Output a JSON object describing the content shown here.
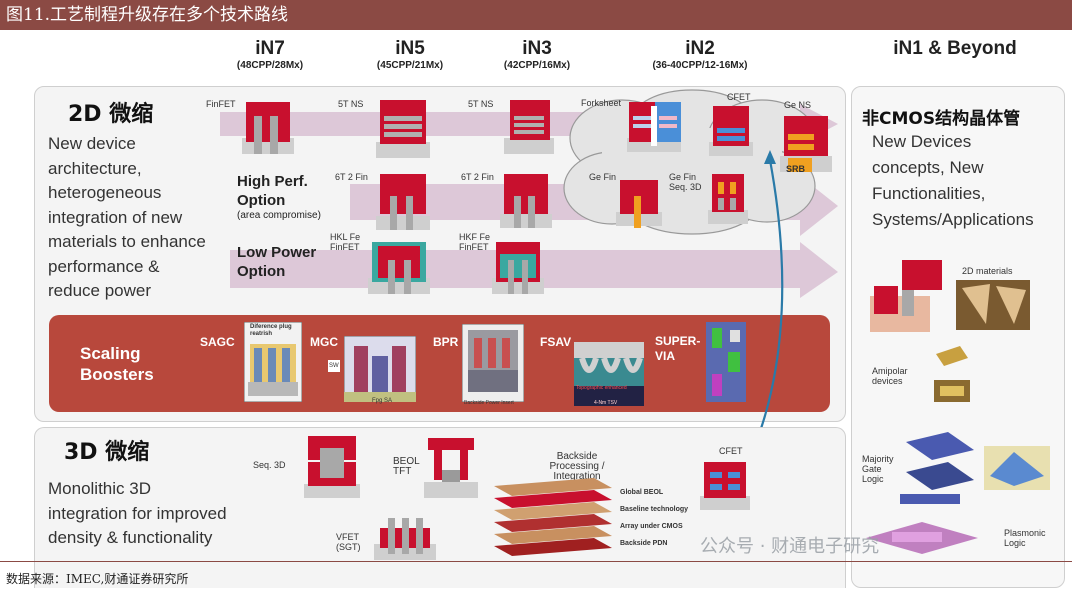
{
  "title": "图11.工艺制程升级存在多个技术路线",
  "nodes": [
    {
      "name": "iN7",
      "sub": "(48CPP/28Mx)"
    },
    {
      "name": "iN5",
      "sub": "(45CPP/21Mx)"
    },
    {
      "name": "iN3",
      "sub": "(42CPP/16Mx)"
    },
    {
      "name": "iN2",
      "sub": "(36-40CPP/12-16Mx)"
    },
    {
      "name": "iN1 & Beyond",
      "sub": ""
    }
  ],
  "scaling2d": {
    "heading": "2D 微缩",
    "desc": [
      "New device",
      "architecture,",
      "heterogeneous",
      "integration of new",
      "materials to enhance",
      "performance &",
      "reduce power"
    ],
    "high_perf": {
      "title1": "High Perf.",
      "title2": "Option",
      "note": "(area compromise)"
    },
    "low_power": {
      "title1": "Low Power",
      "title2": "Option"
    },
    "devices": {
      "finfet": "FinFET",
      "ns5t_a": "5T NS",
      "ns5t_b": "5T NS",
      "forksheet": "Forksheet",
      "cfet": "CFET",
      "gens": "Ge NS",
      "fin6t_a": "6T 2 Fin",
      "fin6t_b": "6T 2 Fin",
      "gefin": "Ge Fin",
      "gefin3d_1": "Ge Fin",
      "gefin3d_2": "Seq. 3D",
      "srb": "SRB",
      "hkl_a_1": "HKL Fe",
      "hkl_a_2": "FinFET",
      "hkl_b_1": "HKF Fe",
      "hkl_b_2": "FinFET"
    }
  },
  "boosters": {
    "label1": "Scaling",
    "label2": "Boosters",
    "items": [
      "SAGC",
      "MGC",
      "BPR",
      "FSAV",
      "SUPER-",
      "VIA"
    ],
    "img_labels": {
      "sagc_1": "Diference plug",
      "sagc_2": "reatrish",
      "mgc_1": "SW",
      "mgc_2": "Fpg SA",
      "fsav_1": "Topographic enhanced",
      "fsav_2": "4-Nm TSV",
      "bpr_1": "Backside Power Insert"
    }
  },
  "scaling3d": {
    "heading": "3D 微缩",
    "desc": [
      "Monolithic 3D",
      "integration for improved",
      "density & functionality"
    ],
    "seq3d": "Seq. 3D",
    "beol_1": "BEOL",
    "beol_2": "TFT",
    "backside_1": "Backside",
    "backside_2": "Processing / Integration",
    "cfet": "CFET",
    "vfet_1": "VFET",
    "vfet_2": "(SGT)",
    "stack": [
      "Global BEOL",
      "Baseline technology",
      "Array under CMOS",
      "Backside PDN"
    ]
  },
  "beyond": {
    "heading": "非CMOS结构晶体管",
    "desc": [
      "New Devices",
      "concepts, New",
      "Functionalities,",
      "Systems/Applications"
    ],
    "materials2d": "2D materials",
    "ambipolar_1": "Amipolar",
    "ambipolar_2": "devices",
    "majority_1": "Majority",
    "majority_2": "Gate",
    "majority_3": "Logic",
    "plasmonic_1": "Plasmonic",
    "plasmonic_2": "Logic"
  },
  "watermark": "公众号 · 财通电子研究",
  "footer": "数据来源：IMEC,财通证券研究所",
  "colors": {
    "title_bar": "#8b4a44",
    "booster_band": "#b8483c",
    "arrow_band": "#d8bfd2",
    "device_red": "#c8102e"
  }
}
